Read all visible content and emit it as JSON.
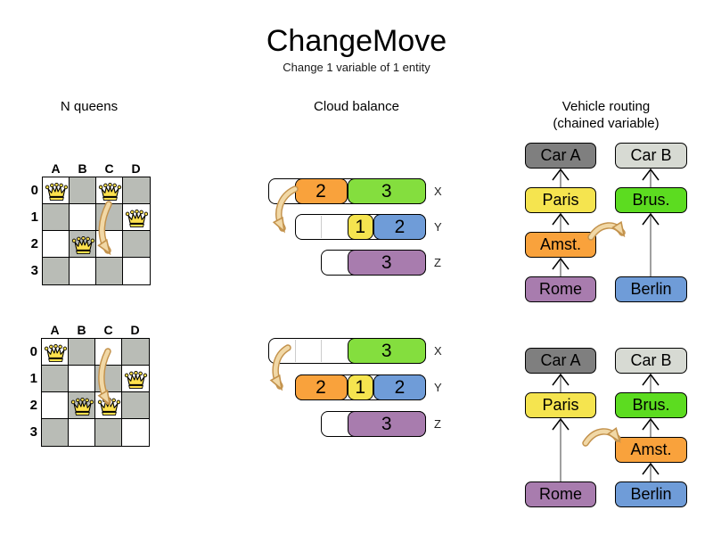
{
  "title": "ChangeMove",
  "subtitle": "Change 1 variable of 1 entity",
  "sections": {
    "nqueens": {
      "label": "N queens"
    },
    "cloud": {
      "label": "Cloud balance"
    },
    "vehicle": {
      "label": "Vehicle routing",
      "sublabel": "(chained variable)"
    }
  },
  "colors": {
    "board_dark": "#B9BCB6",
    "queen_gold": "#FFE14D",
    "orange": "#F9A23C",
    "green": "#84DE3E",
    "green_bright": "#5CDC20",
    "yellow": "#F5E44F",
    "blue": "#6F9CD8",
    "purple": "#A87CAE",
    "car_a_gray": "#7F7F7F",
    "car_b_gray": "#D7DAD3",
    "move_arrow_fill": "#F1D8A6",
    "move_arrow_border": "#C3924C"
  },
  "board": {
    "col_headers": [
      "A",
      "B",
      "C",
      "D"
    ],
    "row_headers": [
      "0",
      "1",
      "2",
      "3"
    ],
    "before": {
      "queens": [
        "A0",
        "C0",
        "D1",
        "B2"
      ],
      "move_arrow": "queen C0 to C2"
    },
    "after": {
      "queens": [
        "A0",
        "D1",
        "B2",
        "C2"
      ]
    }
  },
  "cloud_before": {
    "rows": [
      {
        "label": "X",
        "blocks": [
          {
            "value": "2",
            "color": "orange"
          },
          {
            "value": "3",
            "color": "green"
          }
        ]
      },
      {
        "label": "Y",
        "blocks": [
          {
            "value": "1",
            "color": "yellow"
          },
          {
            "value": "2",
            "color": "blue"
          }
        ]
      },
      {
        "label": "Z",
        "blocks": [
          {
            "value": "3",
            "color": "purple"
          }
        ]
      }
    ]
  },
  "cloud_after": {
    "rows": [
      {
        "label": "X",
        "blocks": [
          {
            "value": "3",
            "color": "green"
          }
        ]
      },
      {
        "label": "Y",
        "blocks": [
          {
            "value": "2",
            "color": "orange"
          },
          {
            "value": "1",
            "color": "yellow"
          },
          {
            "value": "2",
            "color": "blue"
          }
        ]
      },
      {
        "label": "Z",
        "blocks": [
          {
            "value": "3",
            "color": "purple"
          }
        ]
      }
    ]
  },
  "vehicle_before": {
    "left_chain": [
      "Car A",
      "Paris",
      "Amst.",
      "Rome"
    ],
    "right_chain": [
      "Car B",
      "Brus.",
      "Berlin"
    ]
  },
  "vehicle_after": {
    "left_chain": [
      "Car A",
      "Paris",
      "Rome"
    ],
    "right_chain": [
      "Car B",
      "Brus.",
      "Amst.",
      "Berlin"
    ]
  }
}
